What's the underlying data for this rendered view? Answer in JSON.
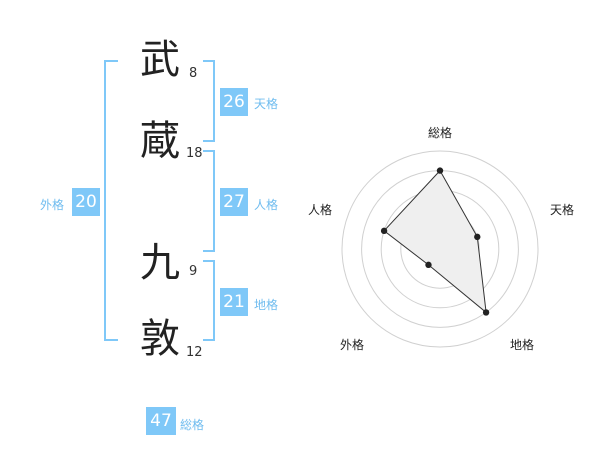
{
  "name": {
    "chars": [
      {
        "char": "武",
        "strokes": "8"
      },
      {
        "char": "蔵",
        "strokes": "18"
      },
      {
        "char": "九",
        "strokes": "9"
      },
      {
        "char": "敦",
        "strokes": "12"
      }
    ]
  },
  "kaku": {
    "tenkaku": {
      "label": "天格",
      "value": "26"
    },
    "jinkaku": {
      "label": "人格",
      "value": "27"
    },
    "chikaku": {
      "label": "地格",
      "value": "21"
    },
    "gaikaku": {
      "label": "外格",
      "value": "20"
    },
    "soukaku": {
      "label": "総格",
      "value": "47"
    }
  },
  "colors": {
    "accent": "#7fc8f8",
    "text": "#222222"
  },
  "chart_data": {
    "type": "radar",
    "axes": [
      "総格",
      "天格",
      "地格",
      "外格",
      "人格"
    ],
    "values": [
      4,
      2,
      4,
      1,
      3
    ],
    "rmax": 5,
    "grid": true
  }
}
